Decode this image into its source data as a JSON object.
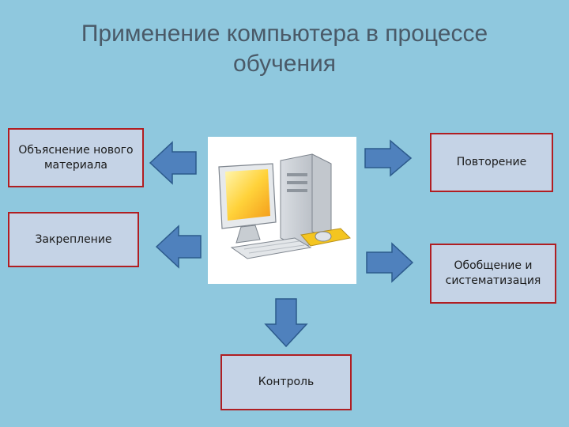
{
  "slide": {
    "title": "Применение компьютера в процессе\nобучения"
  },
  "boxes": {
    "explanation": "Объяснение нового\nматериала",
    "repetition": "Повторение",
    "reinforcement": "Закрепление",
    "generalization": "Обобщение и\nсистематизация",
    "control": "Контроль"
  },
  "colors": {
    "background": "#8fc8de",
    "box_fill": "#c5d3e6",
    "box_border": "#b01e22",
    "arrow_fill": "#4f81bd",
    "arrow_stroke": "#2c5a8c"
  },
  "icons": {
    "center": "desktop-computer-icon"
  }
}
